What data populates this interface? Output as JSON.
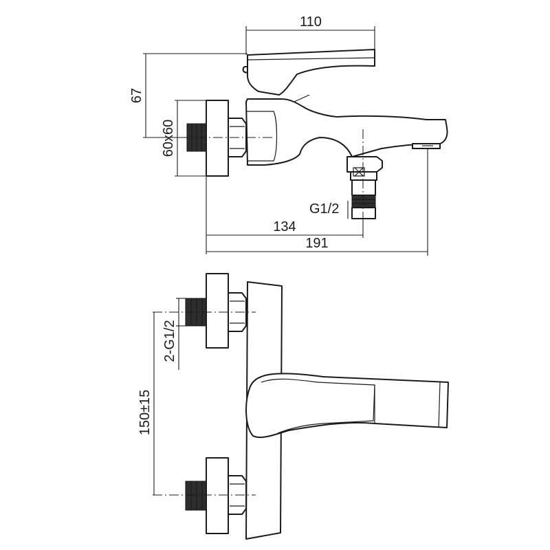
{
  "side_view": {
    "dims": {
      "handle_width": "110",
      "height": "67",
      "flange_size": "60x60",
      "inlet_thread": "G1/2",
      "inlet_distance": "134",
      "total_length": "191"
    }
  },
  "front_view": {
    "dims": {
      "inlet_threads": "2-G1/2",
      "inlet_spacing": "150±15"
    }
  }
}
